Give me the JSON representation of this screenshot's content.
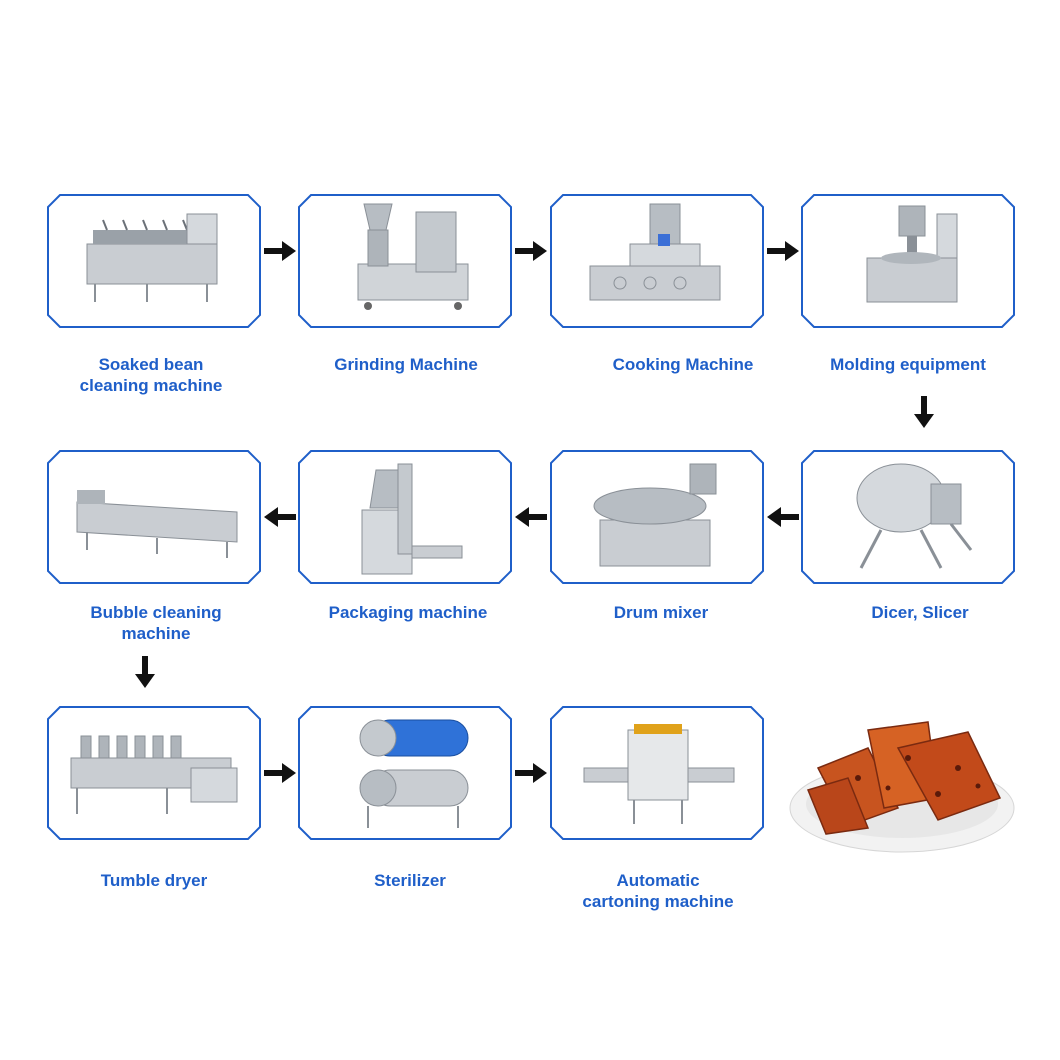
{
  "steps": [
    {
      "label": "Soaked bean\ncleaning machine",
      "icon": "washer-machine-icon"
    },
    {
      "label": "Grinding Machine",
      "icon": "grinder-machine-icon"
    },
    {
      "label": "Cooking Machine",
      "icon": "cooker-machine-icon"
    },
    {
      "label": "Molding equipment",
      "icon": "press-machine-icon"
    },
    {
      "label": "Dicer, Slicer",
      "icon": "slicer-machine-icon"
    },
    {
      "label": "Drum mixer",
      "icon": "drum-mixer-icon"
    },
    {
      "label": "Packaging machine",
      "icon": "packaging-machine-icon"
    },
    {
      "label": "Bubble cleaning\nmachine",
      "icon": "bubble-washer-icon"
    },
    {
      "label": "Tumble dryer",
      "icon": "dryer-machine-icon"
    },
    {
      "label": "Sterilizer",
      "icon": "sterilizer-tank-icon"
    },
    {
      "label": "Automatic\ncartoning machine",
      "icon": "carton-sealer-icon"
    }
  ],
  "final_product": {
    "icon": "tofu-dish-icon"
  },
  "colors": {
    "border": "#1f5fc9",
    "label": "#1f5fc9",
    "arrow": "#111111",
    "steel": "#b9bec4"
  }
}
